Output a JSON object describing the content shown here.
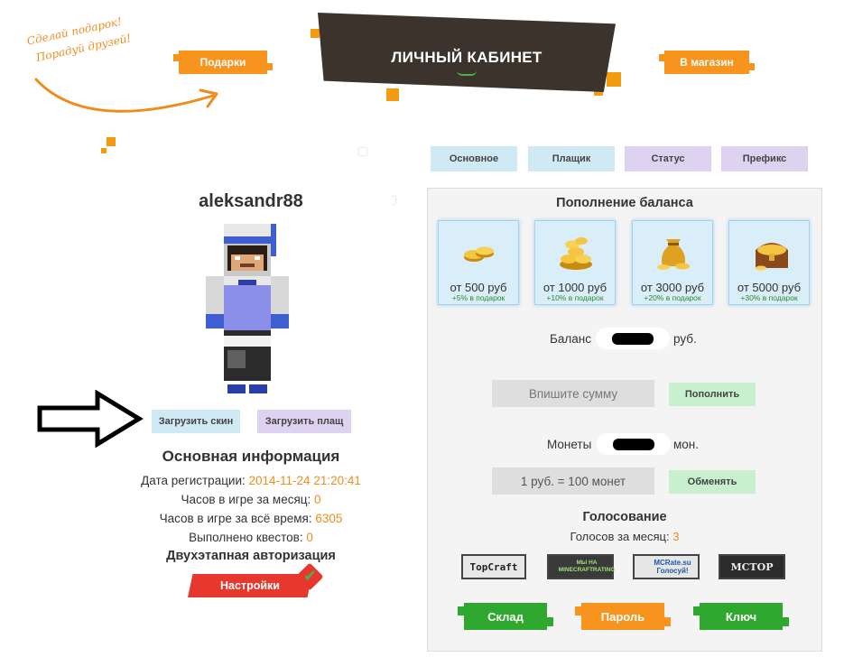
{
  "header": {
    "title": "ЛИЧНЫЙ КАБИНЕТ",
    "gifts_label": "Подарки",
    "shop_label": "В магазин",
    "gift_note_line1": "Сделай подарок!",
    "gift_note_line2": "Порадуй друзей!"
  },
  "tabs": [
    {
      "label": "Основное",
      "color": "#cfe9f5"
    },
    {
      "label": "Плащик",
      "color": "#cfe9f5"
    },
    {
      "label": "Статус",
      "color": "#ddd2ef"
    },
    {
      "label": "Префикс",
      "color": "#ddd2ef"
    }
  ],
  "profile": {
    "username": "aleksandr88",
    "upload_skin_label": "Загрузить скин",
    "upload_cloak_label": "Загрузить плащ",
    "info_title": "Основная информация",
    "rows": [
      {
        "label": "Дата регистрации: ",
        "value": "2014-11-24 21:20:41"
      },
      {
        "label": "Часов в игре за месяц: ",
        "value": "0"
      },
      {
        "label": "Часов в игре за всё время: ",
        "value": "6305"
      },
      {
        "label": "Выполнено квестов: ",
        "value": "0"
      }
    ],
    "twofa_title": "Двухэтапная авторизация",
    "settings_label": "Настройки"
  },
  "balance": {
    "title": "Пополнение баланса",
    "packages": [
      {
        "label": "от 500 руб",
        "bonus": "+5% в подарок",
        "icon": "coins-small-icon"
      },
      {
        "label": "от 1000 руб",
        "bonus": "+10% в подарок",
        "icon": "coins-pile-icon"
      },
      {
        "label": "от 3000 руб",
        "bonus": "+20% в подарок",
        "icon": "money-bag-icon"
      },
      {
        "label": "от 5000 руб",
        "bonus": "+30% в подарок",
        "icon": "treasure-chest-icon"
      }
    ],
    "balance_label": "Баланс",
    "balance_unit": "руб.",
    "amount_placeholder": "Впишите сумму",
    "topup_label": "Пополнить",
    "coins_label": "Монеты",
    "coins_unit": "мон.",
    "rate_text": "1 руб. = 100 монет",
    "exchange_label": "Обменять"
  },
  "voting": {
    "title": "Голосование",
    "votes_label": "Голосов за месяц: ",
    "votes_value": "3",
    "sites": [
      {
        "label": "TopCraft"
      },
      {
        "label": "МЫ НА MINECRAFTRATING"
      },
      {
        "label": "MCRate.su Голосуй!"
      },
      {
        "label": "MCTOP"
      }
    ]
  },
  "actions": {
    "warehouse_label": "Склад",
    "password_label": "Пароль",
    "key_label": "Ключ"
  },
  "colors": {
    "accent_orange": "#f7941d",
    "header_dark": "#3b332c",
    "action_green": "#2ea82e",
    "settings_red": "#e8372c"
  }
}
